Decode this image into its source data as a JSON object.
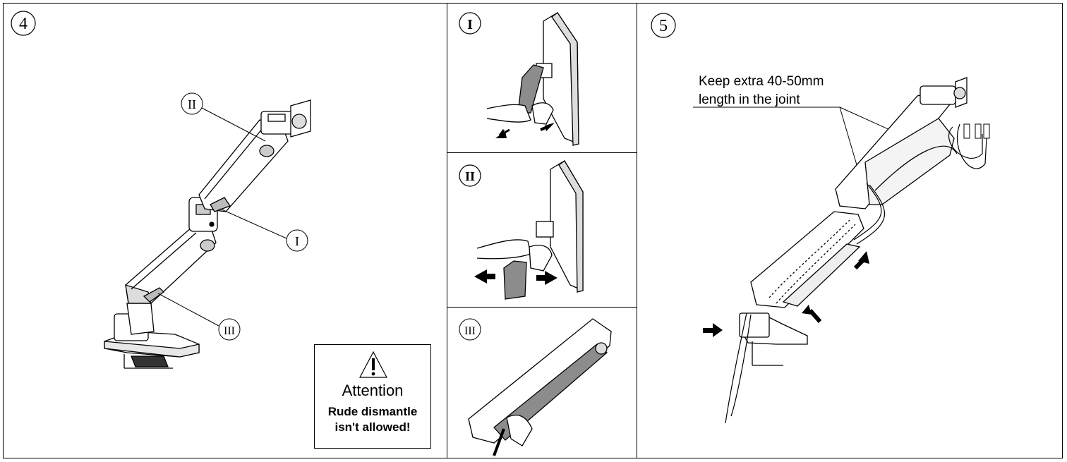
{
  "steps": {
    "step4": {
      "number": "4"
    },
    "step5": {
      "number": "5"
    }
  },
  "parts": {
    "part_I": "I",
    "part_II": "II",
    "part_III": "III"
  },
  "sub_panels": {
    "panel_I": "I",
    "panel_II": "II",
    "panel_III": "III"
  },
  "attention": {
    "title": "Attention",
    "message_line1": "Rude dismantle",
    "message_line2": "isn't allowed!"
  },
  "cable_note": {
    "line1": "Keep extra 40-50mm",
    "line2": "length in the joint"
  },
  "colors": {
    "line": "#000000",
    "cover_fill": "#8c8c8c",
    "background": "#ffffff"
  }
}
